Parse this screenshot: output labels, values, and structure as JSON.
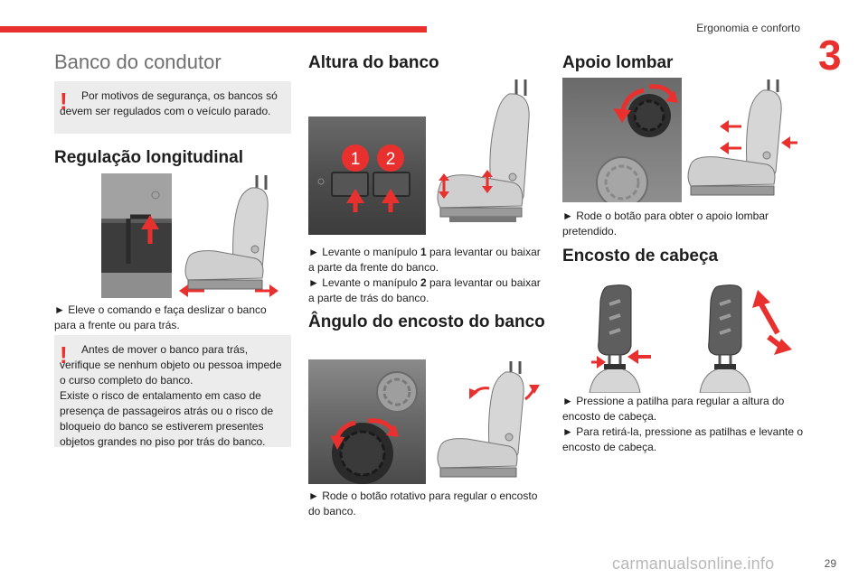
{
  "header": {
    "section_title": "Ergonomia e conforto",
    "chapter_number": "3",
    "accent_color": "#e8312f"
  },
  "col1": {
    "title": "Banco do condutor",
    "warning1": "Por motivos de segurança, os bancos só devem ser regulados com o veículo parado.",
    "h_longitudinal": "Regulação longitudinal",
    "text_longitudinal": "► Eleve o comando e faça deslizar o banco para a frente ou para trás.",
    "warning2_line1": "Antes de mover o banco para trás, verifique se nenhum objeto ou pessoa impede o curso completo do banco.",
    "warning2_line2": "Existe o risco de entalamento em caso de presença de passageiros atrás ou o risco de bloqueio do banco se estiverem presentes objetos grandes no piso por trás do banco."
  },
  "col2": {
    "h_altura": "Altura do banco",
    "callout1": "1",
    "callout2": "2",
    "text_altura_1a": "► Levante o manípulo ",
    "text_altura_1b": "1",
    "text_altura_1c": " para levantar ou baixar a parte da frente do banco.",
    "text_altura_2a": "► Levante o manípulo ",
    "text_altura_2b": "2",
    "text_altura_2c": " para levantar ou baixar a parte de trás do banco.",
    "h_angulo": "Ângulo do encosto do banco",
    "text_angulo": "► Rode o botão rotativo para regular o encosto do banco."
  },
  "col3": {
    "h_lombar": "Apoio lombar",
    "text_lombar": "► Rode o botão para obter o apoio lombar pretendido.",
    "h_cabeca": "Encosto de cabeça",
    "text_cabeca_1": "► Pressione a patilha para regular a altura do encosto de cabeça.",
    "text_cabeca_2": "► Para retirá-la, pressione as patilhas e levante o encosto de cabeça."
  },
  "footer": {
    "page_number": "29",
    "watermark": "carmanualsonline.info"
  }
}
